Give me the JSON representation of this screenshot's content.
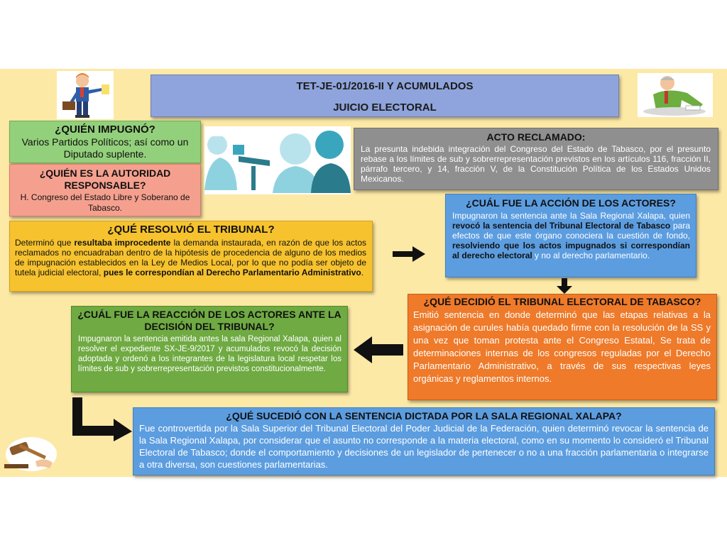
{
  "header": {
    "line1": "TET-JE-01/2016-II Y ACUMULADOS",
    "line2": "JUICIO  ELECTORAL"
  },
  "quien_impugno": {
    "title": "¿QUIÉN IMPUGNÓ?",
    "body": "Varios Partidos Políticos; así como un Diputado suplente."
  },
  "autoridad": {
    "title": "¿QUIÉN ES LA AUTORIDAD RESPONSABLE?",
    "body": "H. Congreso del Estado Libre y Soberano de Tabasco."
  },
  "acto": {
    "title": "ACTO RECLAMADO:",
    "body": "La presunta indebida integración del Congreso del Estado de Tabasco, por el presunto rebase a los límites de sub y sobrerrepresentación previstos en los artículos 116, fracción II, párrafo tercero, y 14, fracción V, de la Constitución Política de los Estados Unidos Mexicanos."
  },
  "resolvio": {
    "title": "¿QUÉ RESOLVIÓ EL TRIBUNAL?",
    "p1": "Determinó que ",
    "b1": "resultaba improcedente",
    "p2": " la demanda instaurada, en razón de que los actos reclamados no encuadraban dentro de la hipótesis de procedencia de alguno de los medios de impugnación establecidos en la Ley de Medios Local, por lo que no podía ser objeto de tutela judicial electoral, ",
    "b2": "pues le correspondían al Derecho Parlamentario Administrativo",
    "p3": "."
  },
  "accion": {
    "title": "¿CUÁL FUE LA ACCIÓN DE LOS ACTORES?",
    "p1": "Impugnaron la sentencia ante la Sala Regional Xalapa, quien ",
    "b1": "revocó la sentencia del Tribunal Electoral de Tabasco",
    "p2": " para efectos de que este órgano conociera la cuestión de fondo, ",
    "b2": "resolviendo que los actos impugnados si correspondían al derecho electoral",
    "p3": " y no al derecho parlamentario."
  },
  "decidio": {
    "title": "¿QUÉ DECIDIÓ EL TRIBUNAL ELECTORAL DE TABASCO?",
    "body": "Emitió sentencia en donde determinó que las etapas relativas a la asignación de curules había quedado firme con la resolución de la SS y una vez que toman protesta ante el Congreso Estatal, Se trata de determinaciones internas de los congresos reguladas por el Derecho Parlamentario Administrativo, a través de sus respectivas leyes orgánicas y reglamentos internos."
  },
  "reaccion": {
    "title": "¿CUÁL FUE LA REACCIÓN DE LOS ACTORES ANTE LA DECISIÓN DEL TRIBUNAL?",
    "body": "Impugnaron la sentencia emitida antes la sala Regional Xalapa, quien al resolver el expediente SX-JE-9/2017 y acumulados revocó la decisión adoptada y ordenó a los integrantes de la legislatura local respetar los límites de sub y sobrerrepresentación previstos constitucionalmente."
  },
  "sucedio": {
    "title": "¿QUÉ SUCEDIÓ CON LA SENTENCIA DICTADA POR LA SALA REGIONAL XALAPA?",
    "body": "Fue controvertida por la Sala Superior del Tribunal Electoral del Poder Judicial de la Federación, quien determinó revocar la sentencia de la Sala Regional Xalapa, por considerar que el asunto no corresponde a la materia electoral, como en su momento lo consideró el Tribunal Electoral de Tabasco; donde el comportamiento y decisiones de un legislador de pertenecer o no a una fracción parlamentaria o integrarse a otra diversa, son cuestiones parlamentarias."
  }
}
